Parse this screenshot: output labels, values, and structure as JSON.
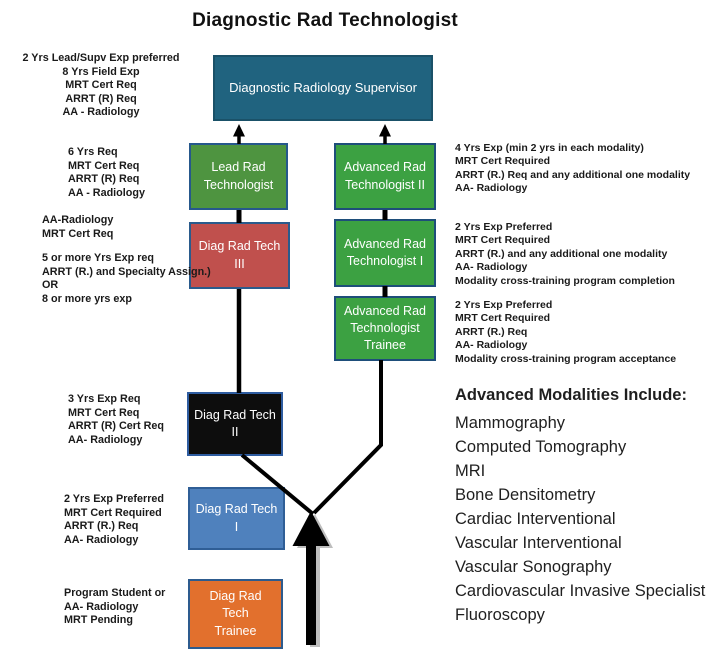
{
  "title": "Diagnostic Rad Technologist",
  "colors": {
    "supervisor_fill": "#20637F",
    "lead_rad_fill": "#4E9440",
    "advanced_fill": "#3CA142",
    "diag3_fill": "#C0504D",
    "diag2_fill": "#0D0D0D",
    "diag1_fill": "#4F81BD",
    "trainee_fill": "#E2702D",
    "box_border": "#1E4E7A",
    "connector": "#000000"
  },
  "boxes": {
    "supervisor": {
      "label": "Diagnostic Radiology Supervisor"
    },
    "lead_rad": {
      "label": "Lead Rad\nTechnologist"
    },
    "diag_3": {
      "label": "Diag Rad Tech\nIII"
    },
    "adv_2": {
      "label": "Advanced Rad\nTechnologist  II"
    },
    "adv_1": {
      "label": "Advanced Rad\nTechnologist  I"
    },
    "adv_trainee": {
      "label": "Advanced Rad\nTechnologist\nTrainee"
    },
    "diag_2": {
      "label": "Diag Rad Tech\nII"
    },
    "diag_1": {
      "label": "Diag Rad Tech\nI"
    },
    "diag_trainee": {
      "label": "Diag Rad\nTech\nTrainee"
    }
  },
  "left_notes": {
    "supervisor": [
      "2 Yrs Lead/Supv Exp preferred",
      "8 Yrs Field Exp",
      "MRT Cert Req",
      "ARRT (R) Req",
      "AA - Radiology"
    ],
    "lead_rad": [
      "6 Yrs Req",
      "MRT Cert Req",
      "ARRT (R) Req",
      "AA - Radiology"
    ],
    "diag_3a": [
      "AA-Radiology",
      "MRT Cert Req"
    ],
    "diag_3b": [
      "5 or more Yrs Exp req",
      "ARRT (R.) and Specialty Assign.)",
      "OR",
      "8 or more yrs exp"
    ],
    "diag_2": [
      "3 Yrs Exp Req",
      "MRT Cert Req",
      "ARRT (R) Cert Req",
      "AA- Radiology"
    ],
    "diag_1": [
      "2 Yrs Exp Preferred",
      "MRT Cert Required",
      "ARRT (R.) Req",
      "AA- Radiology"
    ],
    "diag_trainee": [
      "Program Student or",
      "AA- Radiology",
      "MRT Pending"
    ]
  },
  "right_notes": {
    "adv_2": [
      "4 Yrs Exp (min 2 yrs in each modality)",
      "MRT Cert Required",
      "ARRT (R.) Req and any additional one modality",
      "AA- Radiology"
    ],
    "adv_1": [
      "2 Yrs Exp Preferred",
      "MRT Cert Required",
      "ARRT (R.) and any additional one modality",
      "AA- Radiology",
      "Modality cross-training program completion"
    ],
    "adv_trainee": [
      "2 Yrs Exp Preferred",
      "MRT Cert Required",
      "ARRT (R.) Req",
      "AA- Radiology",
      "Modality cross-training program acceptance"
    ]
  },
  "modalities": {
    "title": "Advanced Modalities Include:",
    "items": [
      "Mammography",
      "Computed Tomography",
      "MRI",
      "Bone Densitometry",
      "Cardiac Interventional",
      "Vascular Interventional",
      "Vascular Sonography",
      "Cardiovascular Invasive Specialist",
      "Fluoroscopy"
    ]
  }
}
